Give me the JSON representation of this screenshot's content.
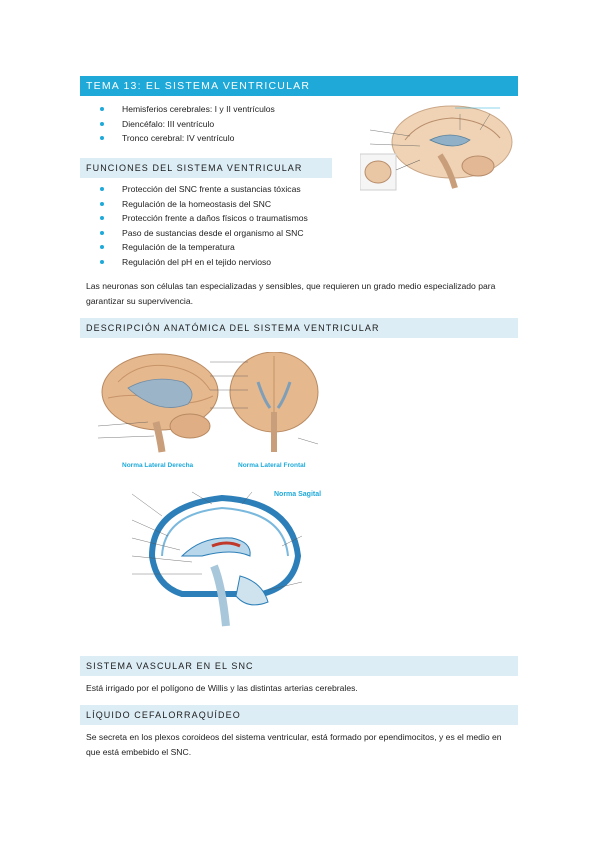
{
  "title": "TEMA 13: EL SISTEMA VENTRICULAR",
  "intro_items": [
    "Hemisferios cerebrales: I y II ventrículos",
    "Diencéfalo: III ventrículo",
    "Tronco cerebral: IV ventrículo"
  ],
  "sections": {
    "funciones": {
      "heading": "FUNCIONES DEL SISTEMA VENTRICULAR",
      "items": [
        "Protección del SNC frente a sustancias tóxicas",
        "Regulación de la homeostasis del SNC",
        "Protección frente a daños físicos o traumatismos",
        "Paso de sustancias desde el organismo al SNC",
        "Regulación de la temperatura",
        "Regulación del pH en el tejido nervioso"
      ],
      "paragraph": "Las neuronas son células tan especializadas y sensibles, que requieren un grado medio especializado para garantizar su supervivencia."
    },
    "descripcion": {
      "heading": "DESCRIPCIÓN ANATÓMICA DEL SISTEMA VENTRICULAR",
      "caption_left": "Norma Lateral Derecha",
      "caption_right": "Norma Lateral Frontal",
      "caption_sagital": "Norma Sagital"
    },
    "vascular": {
      "heading": "SISTEMA VASCULAR EN EL SNC",
      "paragraph": "Está irrigado por el polígono de Willis y las distintas arterias cerebrales."
    },
    "liquido": {
      "heading": "LÍQUIDO CEFALORRAQUÍDEO",
      "paragraph": "Se secreta en los plexos coroideos del sistema ventricular, está formado por ependimocitos, y es el medio en que está embebido el SNC."
    }
  },
  "colors": {
    "accent": "#1ea9d9",
    "section_bg": "#dcedf5"
  }
}
